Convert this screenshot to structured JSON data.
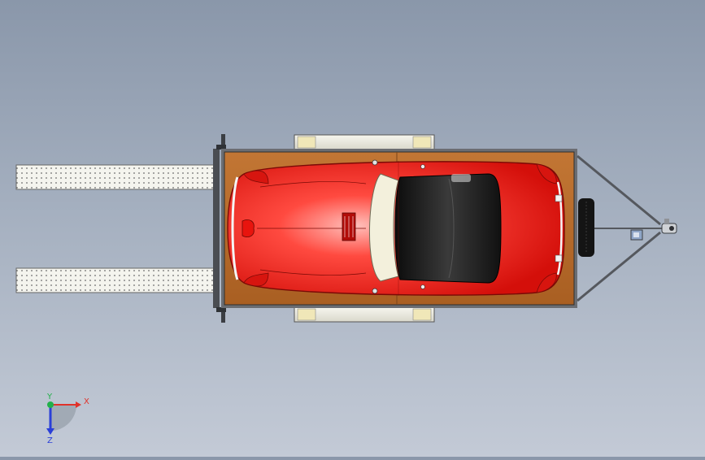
{
  "viewport": {
    "background_top": "#8a97aa",
    "background_bottom": "#c3cad6"
  },
  "model": {
    "car_body_color": "#f21d17",
    "car_highlight_color": "#ff8f8a",
    "soft_top_color": "#1a1a1a",
    "bonnet_cream_color": "#f3f0dc",
    "trailer_deck_color": "#b86a2a",
    "ramp_color": "#f4f4ee",
    "frame_color": "#55585e"
  },
  "triad": {
    "x_label": "X",
    "y_label": "Y",
    "z_label": "Z",
    "x_color": "#e0322a",
    "y_color": "#22b04a",
    "z_color": "#2a3fd8"
  }
}
